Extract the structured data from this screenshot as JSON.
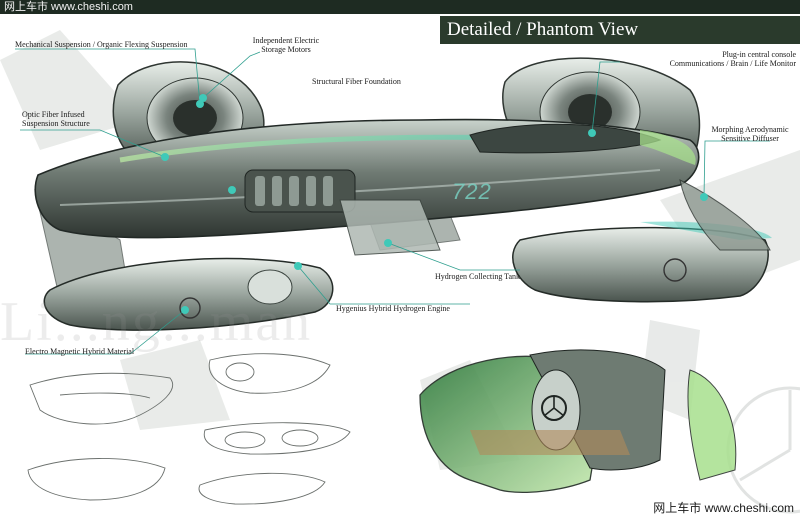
{
  "watermark_top": "网上车市 www.cheshi.com",
  "watermark_bottom": "网上车市 www.cheshi.com",
  "title": "Detailed / Phantom View",
  "plate": "722",
  "background_brand": "Li...ng...man",
  "callouts": {
    "mechanical_suspension": "Mechanical Suspension / Organic Flexing Suspension",
    "independent_storage_1": "Independent Electric",
    "independent_storage_2": "Storage Motors",
    "structural_fiber": "Structural Fiber Foundation",
    "plug_in_1": "Plug-in central console",
    "plug_in_2": "Communications / Brain / Life Monitor",
    "optic_fiber_1": "Optic Fiber Infused",
    "optic_fiber_2": "Suspension Structure",
    "morphing_1": "Morphing Aerodynamic",
    "morphing_2": "Sensitive Diffuser",
    "hydrogen_tank": "Hydrogen Collecting Tank",
    "hygenius_engine": "Hygenius Hybrid Hydrogen Engine",
    "electro_magnetic": "Electro Magnetic Hybrid Material"
  },
  "colors": {
    "header_bar": "#1e2b22",
    "title_box": "#2a3a2c",
    "accent_teal": "#3fc9b8",
    "body_grey": "#5f6a64",
    "glow_green": "#a8e08e"
  }
}
